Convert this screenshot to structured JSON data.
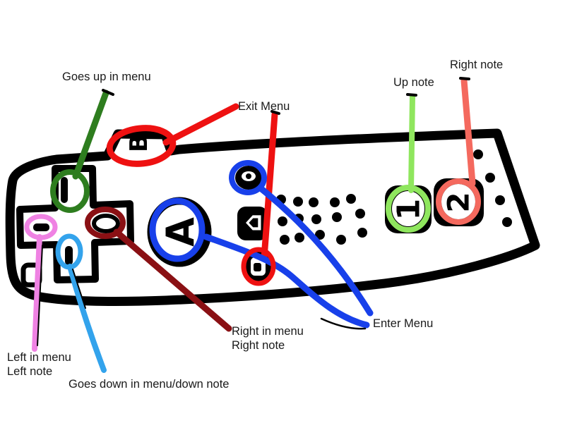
{
  "annotations": {
    "goes_up_in_menu": {
      "text": "Goes up in menu",
      "color": "#2e7d1f"
    },
    "exit_menu": {
      "text": "Exit Menu",
      "color": "#ee1111"
    },
    "up_note": {
      "text": "Up note",
      "color": "#8fe65e"
    },
    "right_note_top": {
      "text": "Right note",
      "color": "#f4695e"
    },
    "left": {
      "line1": "Left in menu",
      "line2": "Left note",
      "color": "#ef82e3"
    },
    "down": {
      "text": "Goes down in menu/down note",
      "color": "#33a3ec"
    },
    "right": {
      "line1": "Right in menu",
      "line2": "Right note",
      "color": "#8a1014"
    },
    "enter_menu": {
      "text": "Enter Menu",
      "color": "#1840ea"
    }
  },
  "controller": {
    "ink_color": "#000000",
    "buttons": {
      "a": "A",
      "b": "B",
      "one": "1",
      "two": "2",
      "home": "⌂"
    }
  }
}
